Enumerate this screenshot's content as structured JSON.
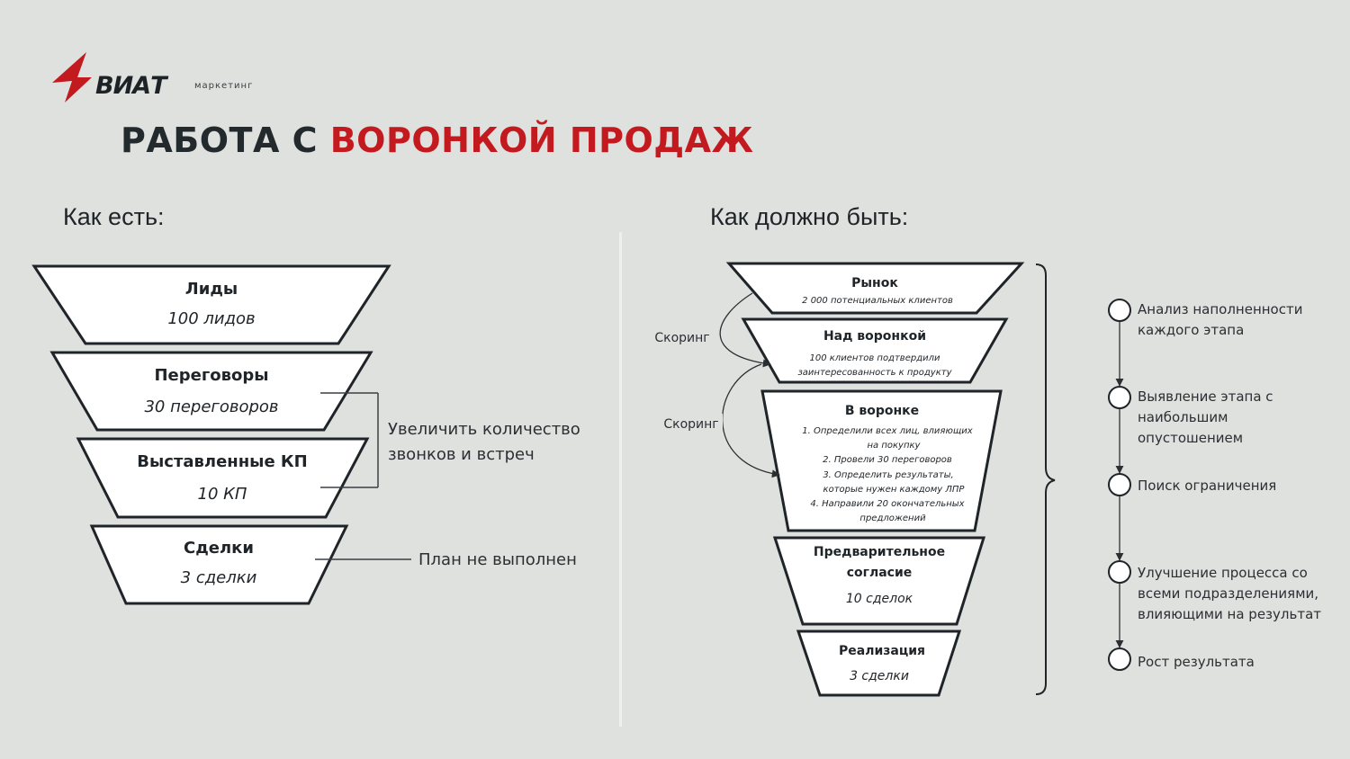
{
  "logo": {
    "word": "ВИАТ",
    "sub": "маркетинг"
  },
  "title": {
    "part1": "РАБОТА С ",
    "part2": "ВОРОНКОЙ ПРОДАЖ"
  },
  "left": {
    "label": "Как есть:",
    "stages": [
      {
        "title": "Лиды",
        "value": "100 лидов"
      },
      {
        "title": "Переговоры",
        "value": "30 переговоров"
      },
      {
        "title": "Выставленные КП",
        "value": "10 КП"
      },
      {
        "title": "Сделки",
        "value": "3 сделки"
      }
    ],
    "note_increase": [
      "Увеличить количество",
      "звонков и встреч"
    ],
    "note_plan": "План не выполнен"
  },
  "right": {
    "label": "Как должно быть:",
    "stages": [
      {
        "title": "Рынок",
        "lines": [
          "2 000 потенциальных клиентов"
        ]
      },
      {
        "title": "Над воронкой",
        "lines": [
          "100 клиентов подтвердили",
          "заинтересованность к продукту"
        ]
      },
      {
        "title": "В воронке",
        "lines": [
          "1. Определили всех лиц, влияющих",
          "на покупку",
          "2. Провели 30 переговоров",
          "3. Определить результаты,",
          "которые нужен каждому ЛПР",
          "4. Направили 20 окончательных",
          "предложений"
        ]
      },
      {
        "title_lines": [
          "Предварительное",
          "согласие"
        ],
        "lines": [
          "10 сделок"
        ]
      },
      {
        "title": "Реализация",
        "lines": [
          "3 сделки"
        ]
      }
    ],
    "scoring1": "Скоринг",
    "scoring2": "Скоринг",
    "steps": [
      [
        "Анализ наполненности",
        "каждого этапа"
      ],
      [
        "Выявление этапа с",
        "наибольшим",
        "опустошением"
      ],
      [
        "Поиск ограничения"
      ],
      [
        "Улучшение процесса со",
        "всеми подразделениями,",
        "влияющими на результат"
      ],
      [
        "Рост результата"
      ]
    ]
  },
  "colors": {
    "accent": "#c31a1f",
    "dark": "#222a2e",
    "background": "#dfe1df"
  }
}
